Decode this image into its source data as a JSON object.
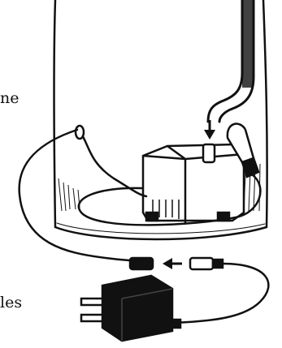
{
  "captions": {
    "top_fragment": "ne",
    "bottom_fragment": "les"
  },
  "icons": [
    "water-cylinder",
    "fountain-pump",
    "submerged-bulb",
    "tubing",
    "cord-connector",
    "arrow-left",
    "plug-adapter",
    "hose"
  ],
  "colors": {
    "ink": "#111111",
    "paper": "#ffffff"
  }
}
